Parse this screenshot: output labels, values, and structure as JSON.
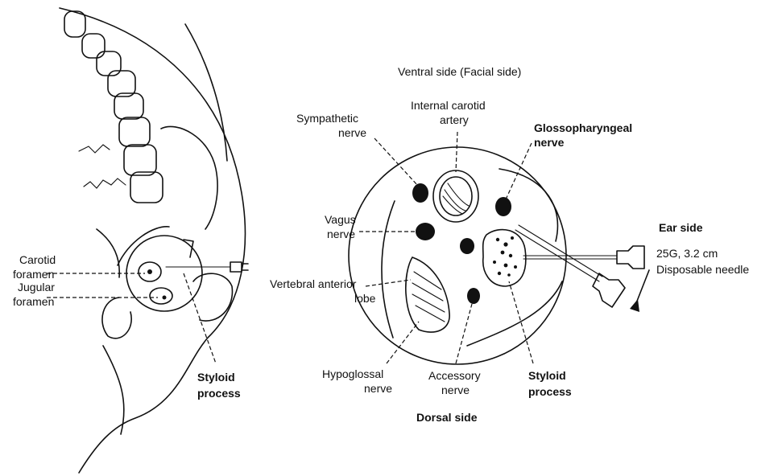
{
  "labels": {
    "ventral_bold": "Ventral side",
    "ventral_rest": " (Facial side)",
    "dorsal": "Dorsal side",
    "ear_side": "Ear side",
    "needle_line1": "25G, 3.2 cm",
    "needle_line2": "Disposable needle",
    "internal_carotid_1": "Internal carotid",
    "internal_carotid_2": "artery",
    "sympathetic_1": "Sympathetic",
    "sympathetic_2": "nerve",
    "glossopharyngeal_1": "Glossopharyngeal",
    "glossopharyngeal_2": "nerve",
    "vagus_1": "Vagus",
    "vagus_2": "nerve",
    "vertebral_1": "Vertebral anterior",
    "vertebral_2": "lobe",
    "hypoglossal_1": "Hypoglossal",
    "hypoglossal_2": "nerve",
    "accessory_1": "Accessory",
    "accessory_2": "nerve",
    "styloid_right_1": "Styloid",
    "styloid_right_2": "process",
    "styloid_left_1": "Styloid",
    "styloid_left_2": "process",
    "carotid_foramen_1": "Carotid",
    "carotid_foramen_2": "foramen",
    "jugular_foramen_1": "Jugular",
    "jugular_foramen_2": "foramen"
  },
  "colors": {
    "ink": "#111111",
    "background": "#ffffff"
  }
}
